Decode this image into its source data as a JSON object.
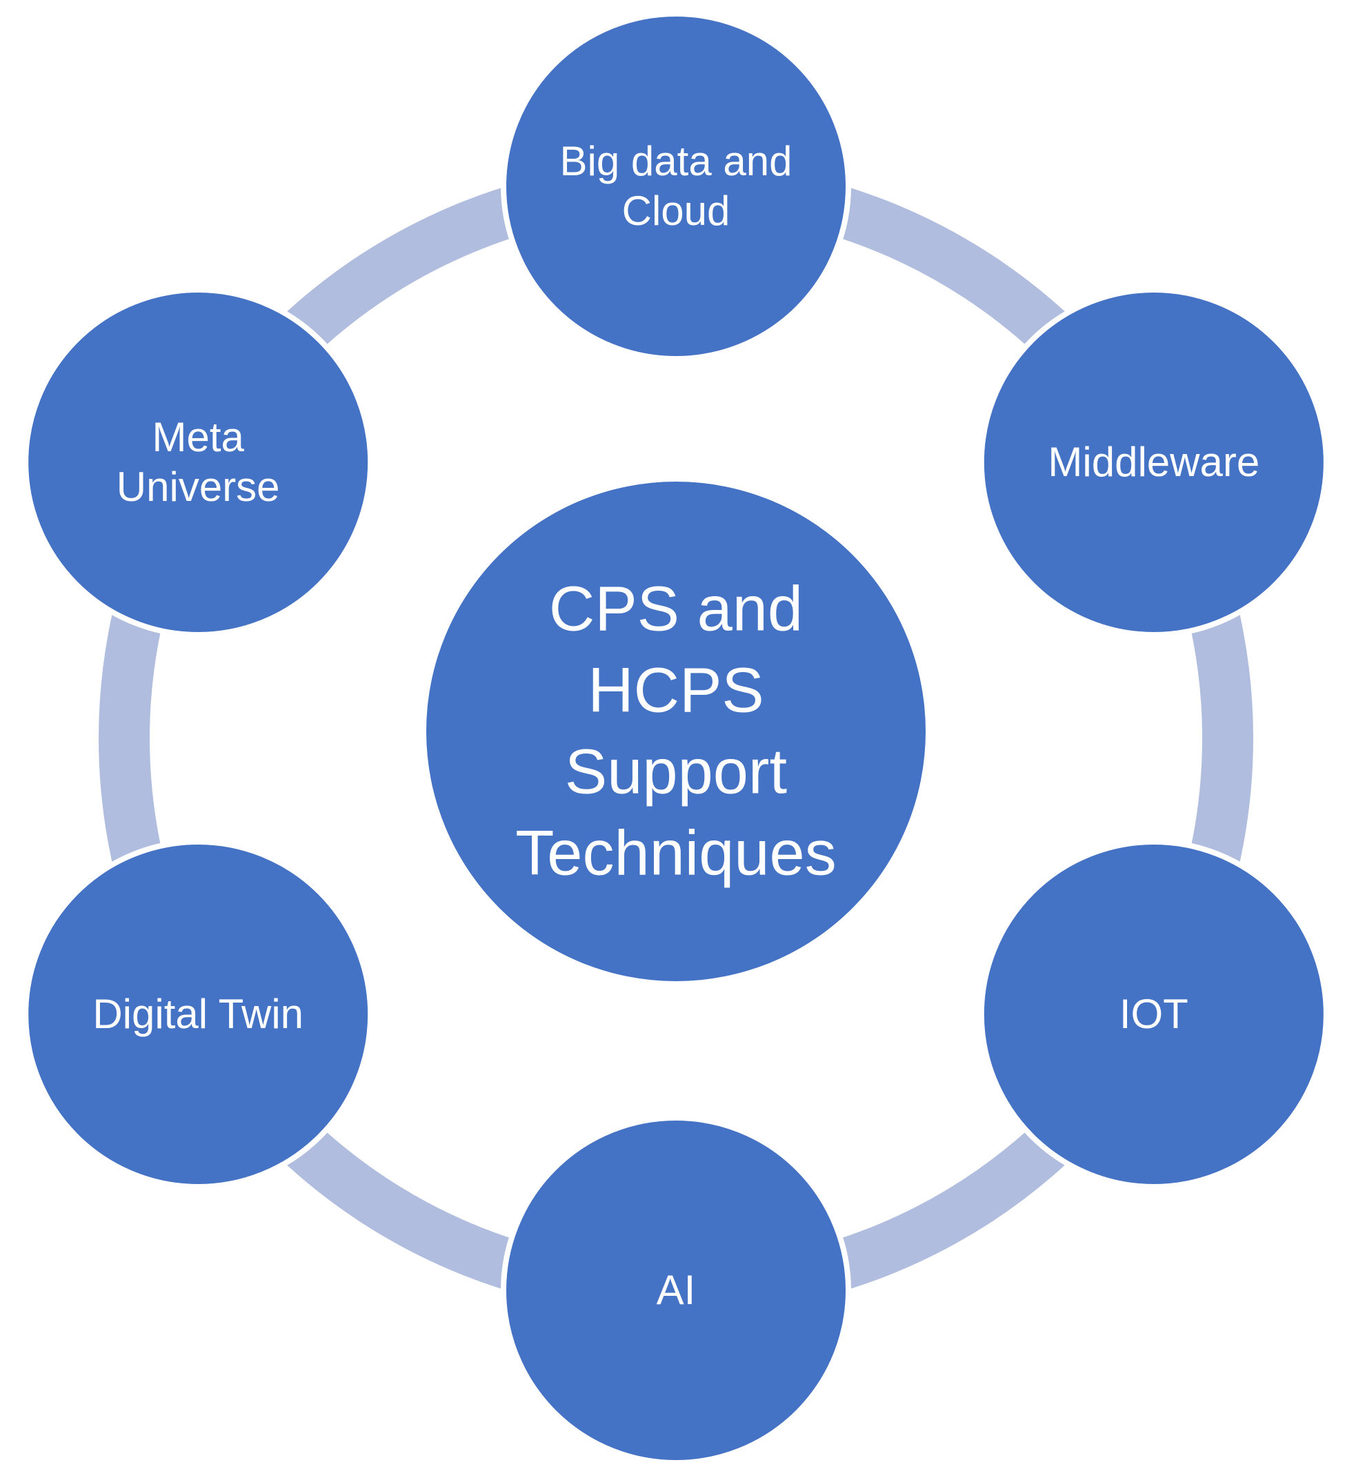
{
  "center": {
    "lines": [
      "CPS and",
      "HCPS",
      "Support",
      "Techniques"
    ]
  },
  "nodes": [
    {
      "lines": [
        "Big data and",
        "Cloud"
      ]
    },
    {
      "lines": [
        "Middleware"
      ]
    },
    {
      "lines": [
        "IOT"
      ]
    },
    {
      "lines": [
        "AI"
      ]
    },
    {
      "lines": [
        "Digital Twin"
      ]
    },
    {
      "lines": [
        "Meta",
        "Universe"
      ]
    }
  ],
  "colors": {
    "node_fill": "#4472C4",
    "ring": "#B0BDDE",
    "node_border": "#ffffff",
    "text": "#ffffff"
  }
}
